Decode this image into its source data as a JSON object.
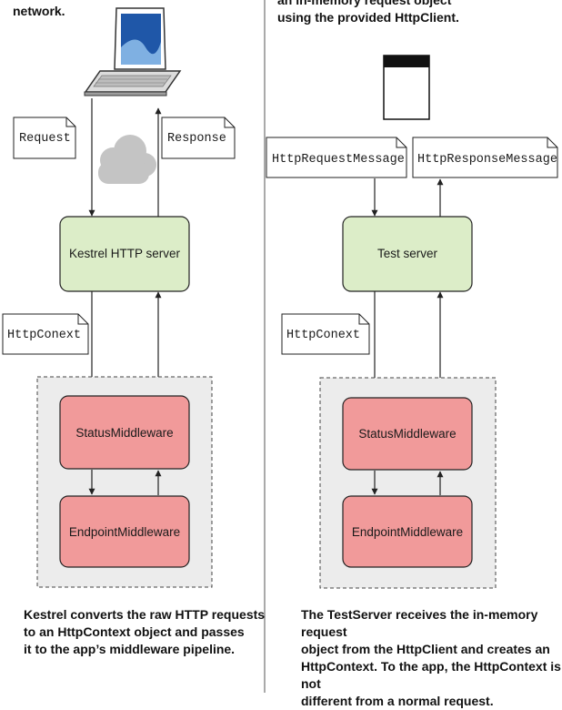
{
  "left_panel": {
    "caption_top": "network.",
    "request_note": "Request",
    "response_note": "Response",
    "server_box": "Kestrel HTTP server",
    "context_note": "HttpConext",
    "middleware_1": "StatusMiddleware",
    "middleware_2": "EndpointMiddleware",
    "caption_bottom": "Kestrel converts the raw HTTP requests\nto an HttpContext object and passes\nit to the app’s middleware pipeline."
  },
  "right_panel": {
    "caption_top": "an in-memory request object\nusing the provided HttpClient.",
    "request_note": "HttpRequestMessage",
    "response_note": "HttpResponseMessage",
    "server_box": "Test server",
    "context_note": "HttpConext",
    "middleware_1": "StatusMiddleware",
    "middleware_2": "EndpointMiddleware",
    "caption_bottom": "The TestServer receives the in-memory request\nobject from the HttpClient and creates an\nHttpContext. To the app, the HttpContext is not\ndifferent from a normal request."
  },
  "colors": {
    "server_fill": "#dcedc8",
    "middleware_fill": "#f19a9a",
    "pipeline_fill": "#ececec",
    "cloud_fill": "#c4c4c4"
  },
  "icons": {
    "client_left": "laptop-icon",
    "client_right": "http-client-window-icon",
    "network": "cloud-icon"
  }
}
